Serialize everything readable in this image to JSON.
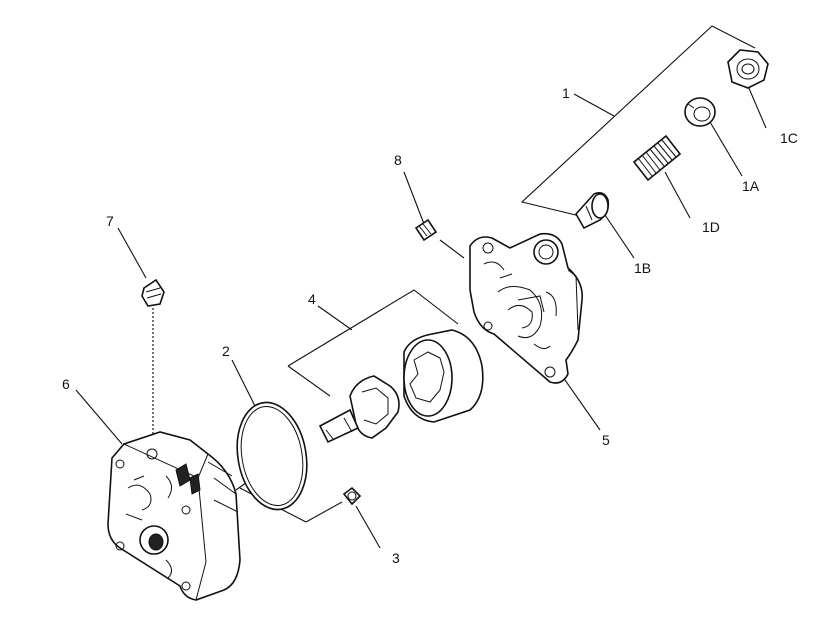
{
  "labels": {
    "l1": "1",
    "l1a": "1A",
    "l1b": "1B",
    "l1c": "1C",
    "l1d": "1D",
    "l2": "2",
    "l3": "3",
    "l4": "4",
    "l5": "5",
    "l6": "6",
    "l7": "7",
    "l8": "8"
  }
}
